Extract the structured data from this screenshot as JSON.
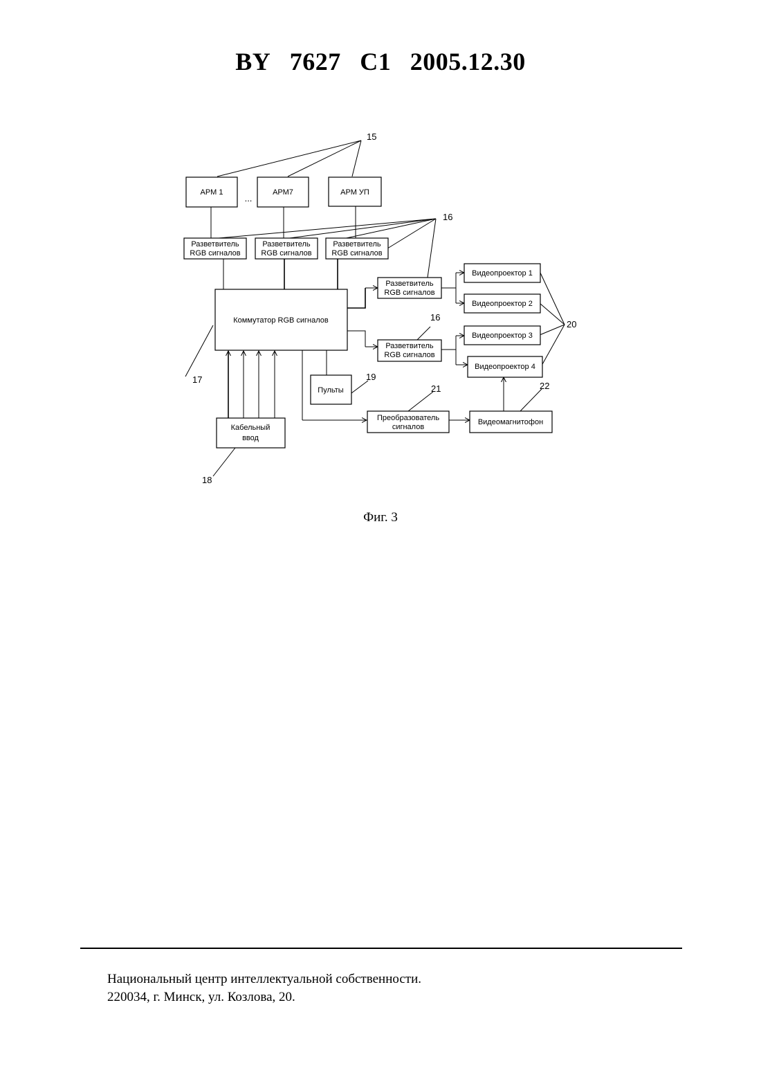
{
  "header": {
    "country": "BY",
    "number": "7627",
    "kind": "C1",
    "date": "2005.12.30"
  },
  "diagram": {
    "blocks": {
      "arm1": "АРМ 1",
      "arm7": "АРМ7",
      "armup": "АРМ УП",
      "ellipsis": "...",
      "splitter_line1": "Разветвитель",
      "splitter_line2": "RGB сигналов",
      "switch": "Коммутатор RGB сигналов",
      "proj1": "Видеопроектор 1",
      "proj2": "Видеопроектор 2",
      "proj3": "Видеопроектор 3",
      "proj4": "Видеопроектор 4",
      "consoles": "Пульты",
      "cable_line1": "Кабельный",
      "cable_line2": "ввод",
      "converter_line1": "Преобразователь",
      "converter_line2": "сигналов",
      "vcr": "Видеомагнитофон"
    },
    "refs": {
      "r15": "15",
      "r16a": "16",
      "r16b": "16",
      "r17": "17",
      "r18": "18",
      "r19": "19",
      "r20": "20",
      "r21": "21",
      "r22": "22"
    }
  },
  "caption": "Фиг. 3",
  "footer": {
    "line1": "Национальный центр интеллектуальной собственности.",
    "line2": "220034, г. Минск, ул. Козлова, 20."
  }
}
